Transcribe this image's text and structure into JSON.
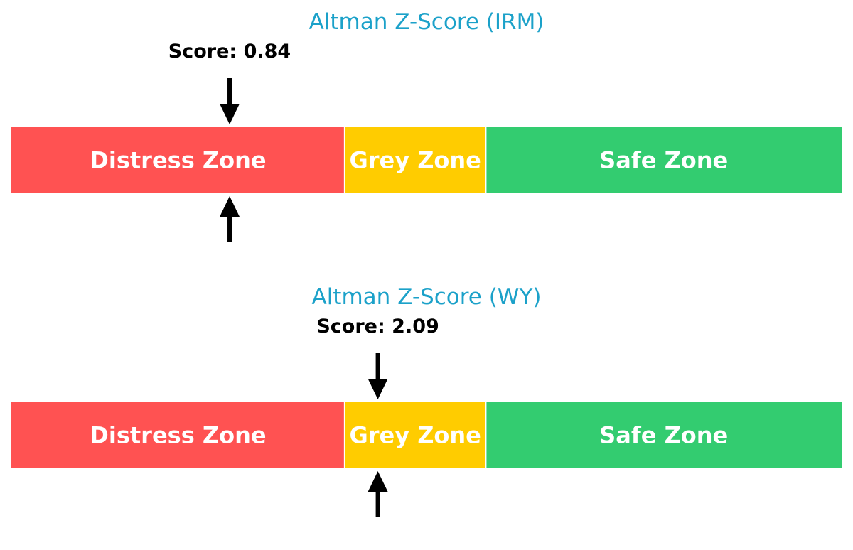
{
  "chart_data": [
    {
      "type": "gauge",
      "title": "Altman Z-Score (IRM)",
      "score_label": "Score: 0.84",
      "value": 0.84,
      "range": [
        -1,
        6
      ],
      "zones": [
        {
          "label": "Distress Zone",
          "from": -1,
          "to": 1.81,
          "color": "#ff5252"
        },
        {
          "label": "Grey Zone",
          "from": 1.81,
          "to": 3.0,
          "color": "#ffcc00"
        },
        {
          "label": "Safe Zone",
          "from": 3.0,
          "to": 6,
          "color": "#33cc70"
        }
      ],
      "title_color": "#1ba1c9"
    },
    {
      "type": "gauge",
      "title": "Altman Z-Score (WY)",
      "score_label": "Score: 2.09",
      "value": 2.09,
      "range": [
        -1,
        6
      ],
      "zones": [
        {
          "label": "Distress Zone",
          "from": -1,
          "to": 1.81,
          "color": "#ff5252"
        },
        {
          "label": "Grey Zone",
          "from": 1.81,
          "to": 3.0,
          "color": "#ffcc00"
        },
        {
          "label": "Safe Zone",
          "from": 3.0,
          "to": 6,
          "color": "#33cc70"
        }
      ],
      "title_color": "#1ba1c9"
    }
  ]
}
